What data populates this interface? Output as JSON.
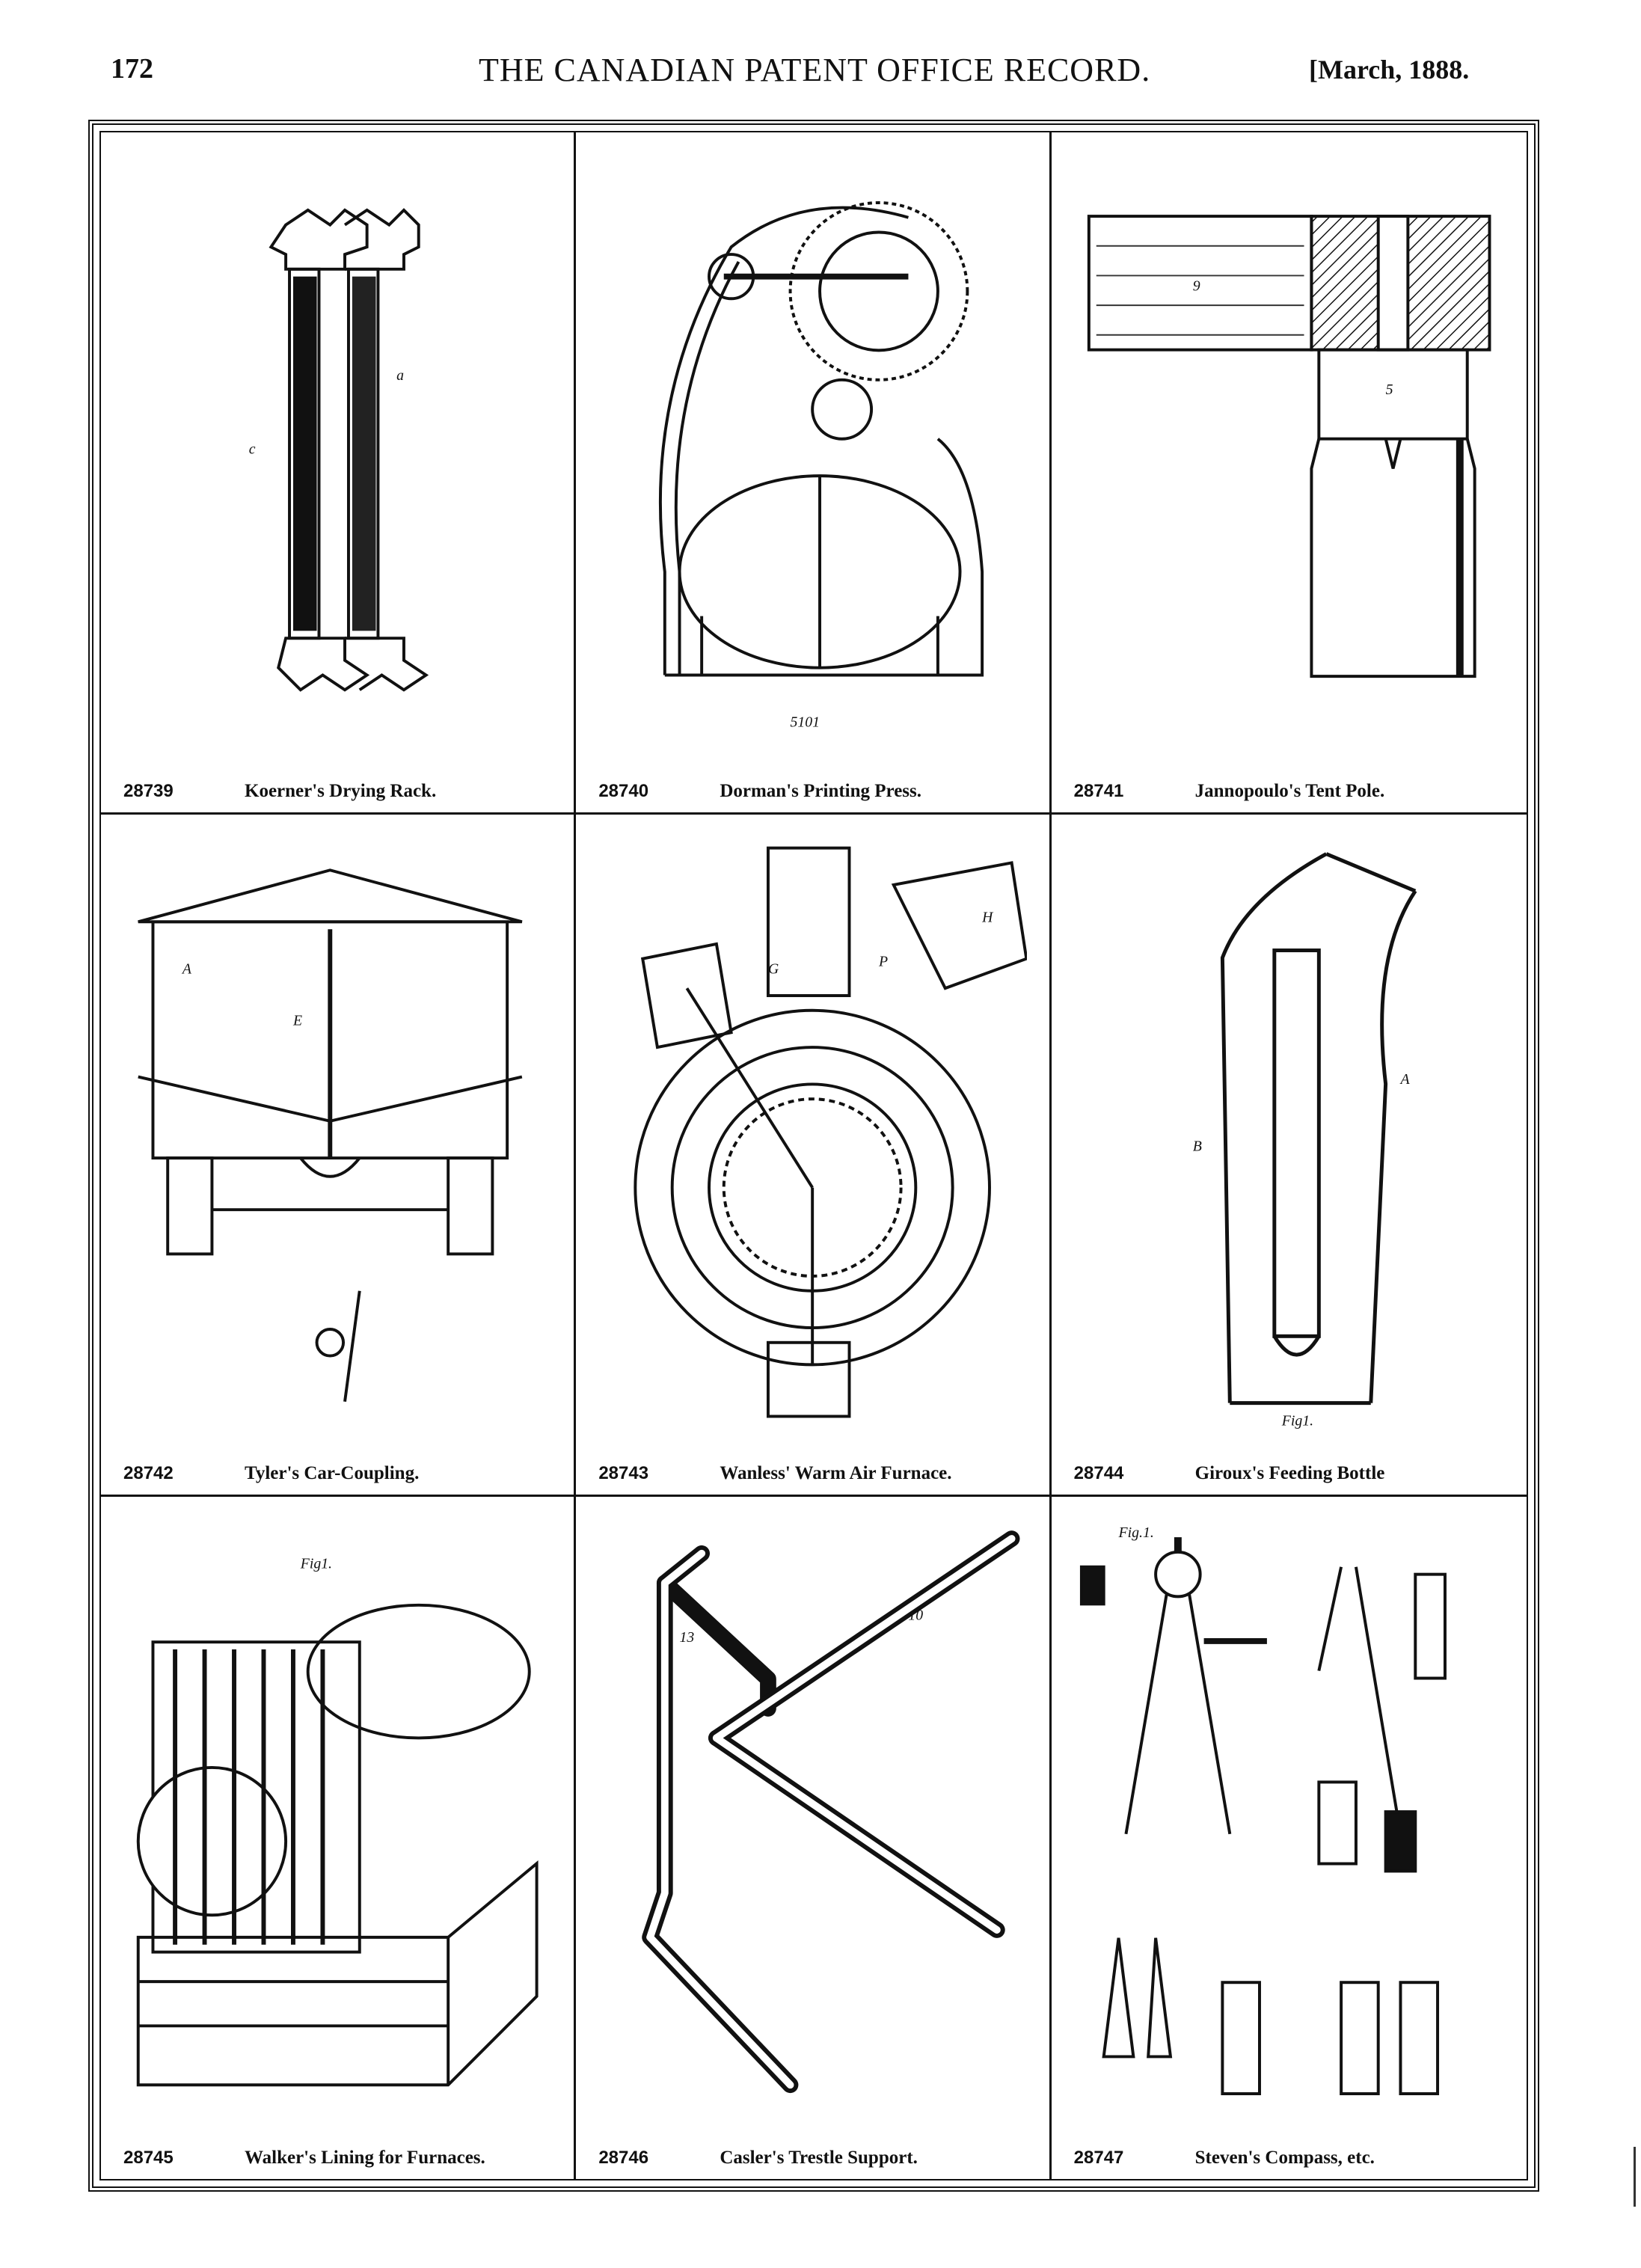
{
  "header": {
    "page_number": "172",
    "journal_title": "THE CANADIAN PATENT OFFICE RECORD.",
    "issue_date": "[March, 1888."
  },
  "patents": [
    {
      "number": "28739",
      "title": "Koerner's Drying Rack.",
      "icon": "drying-rack-drawing"
    },
    {
      "number": "28740",
      "title": "Dorman's Printing Press.",
      "icon": "printing-press-drawing"
    },
    {
      "number": "28741",
      "title": "Jannopoulo's Tent Pole.",
      "icon": "tent-pole-drawing"
    },
    {
      "number": "28742",
      "title": "Tyler's Car-Coupling.",
      "icon": "car-coupling-drawing"
    },
    {
      "number": "28743",
      "title": "Wanless' Warm Air Furnace.",
      "icon": "warm-air-furnace-drawing"
    },
    {
      "number": "28744",
      "title": "Giroux's Feeding Bottle",
      "icon": "feeding-bottle-drawing"
    },
    {
      "number": "28745",
      "title": "Walker's Lining for Furnaces.",
      "icon": "furnace-lining-drawing"
    },
    {
      "number": "28746",
      "title": "Casler's Trestle Support.",
      "icon": "trestle-support-drawing"
    },
    {
      "number": "28747",
      "title": "Steven's Compass, etc.",
      "icon": "compass-drawing"
    }
  ],
  "figure_labels": {
    "press": "5101",
    "tent_pole_block": "9",
    "tent_pole_section": "5",
    "coupling_car": "A",
    "coupling_rod": "E",
    "furnace_g": "G",
    "furnace_h": "H",
    "furnace_p": "P",
    "bottle_a": "A",
    "bottle_b": "B",
    "bottle_fig": "Fig1.",
    "lining_fig": "Fig1.",
    "trestle_13": "13",
    "trestle_10": "10",
    "compass_fig1": "Fig.1."
  }
}
